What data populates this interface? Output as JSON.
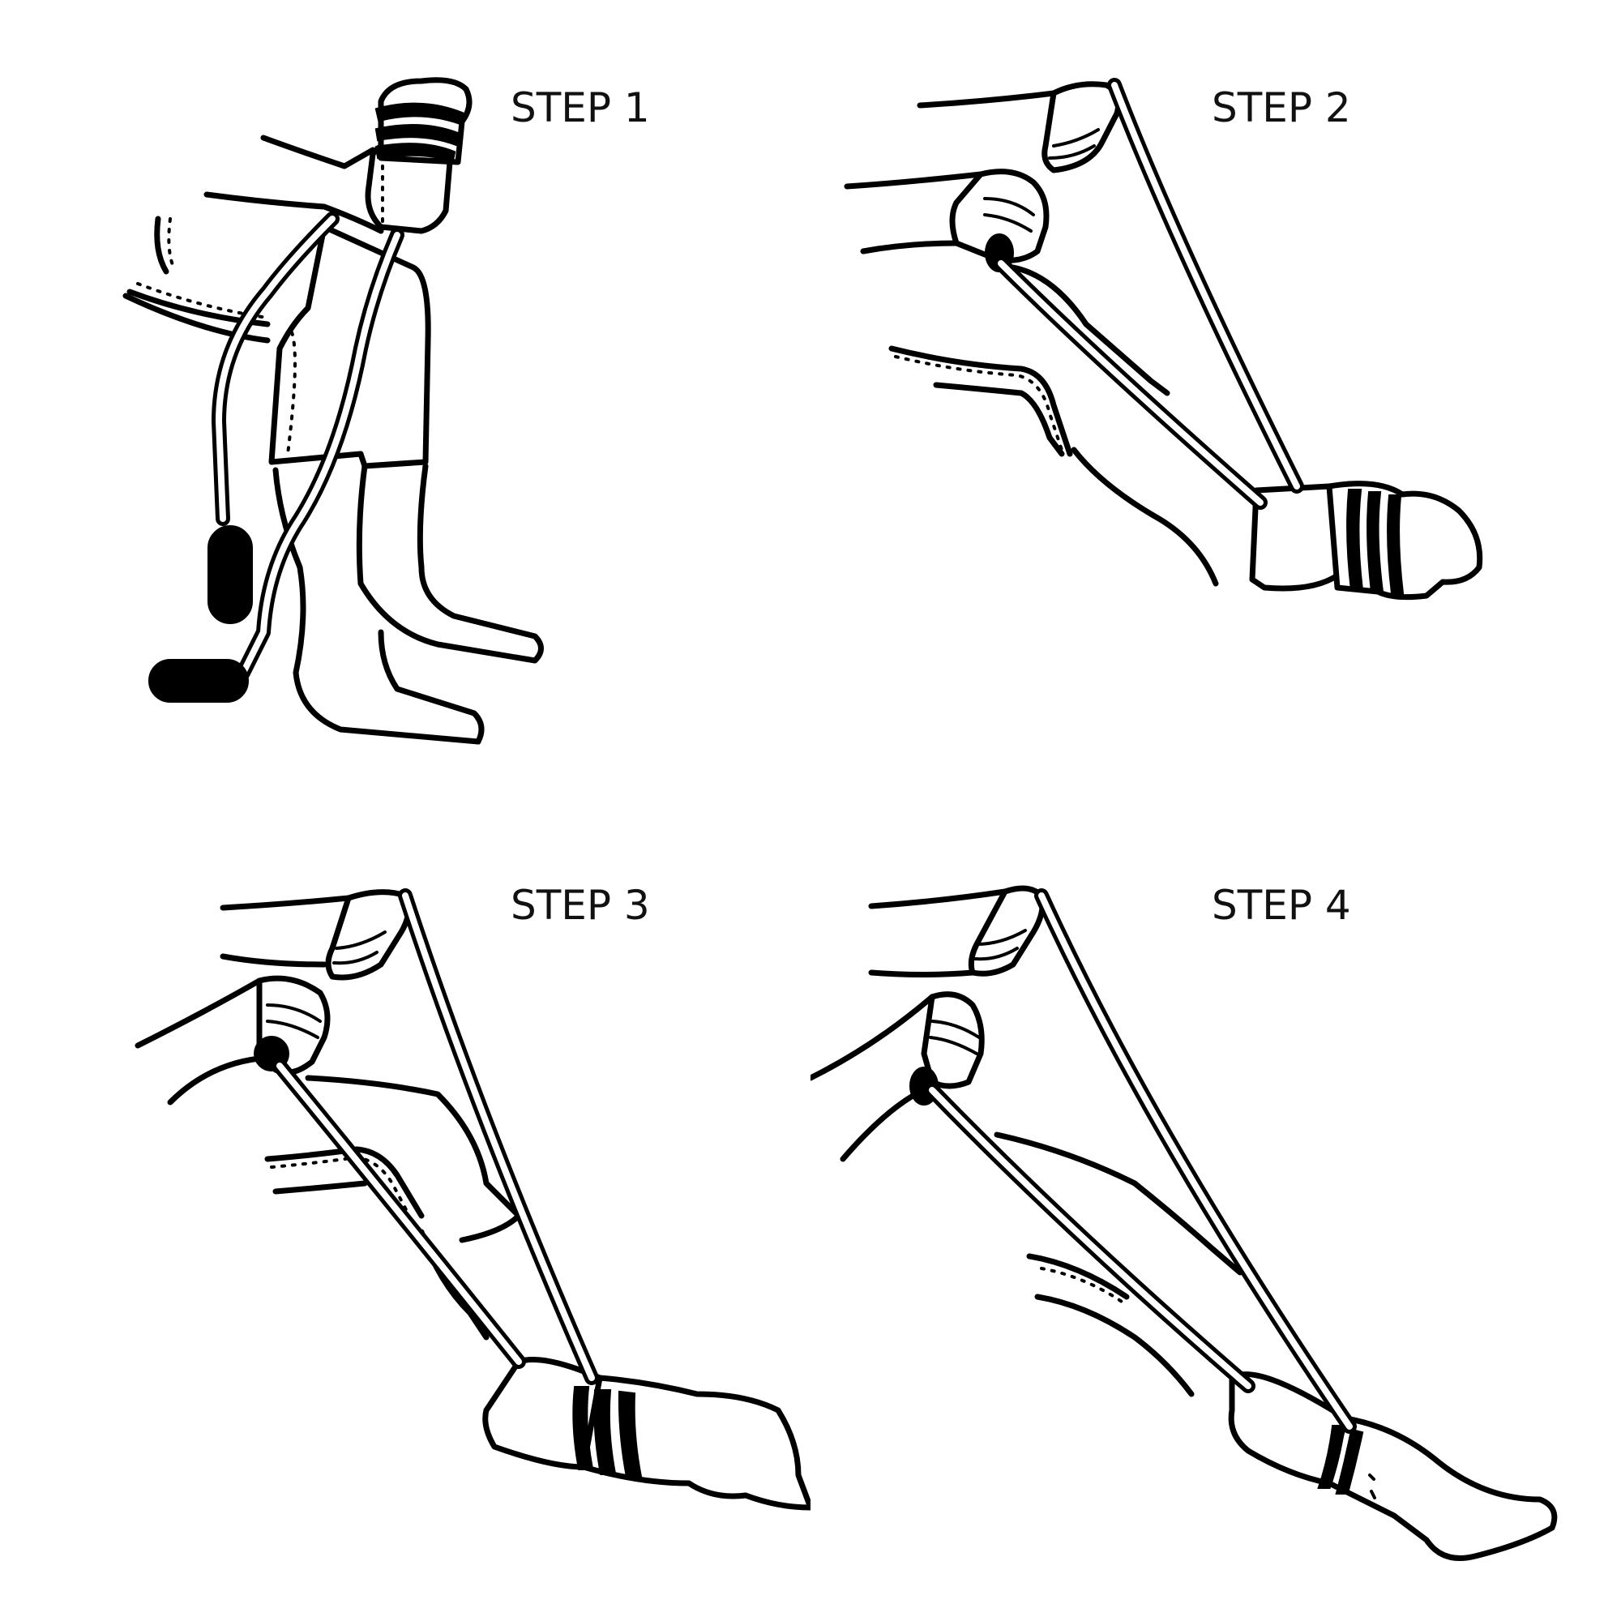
{
  "figure": {
    "title": "Sock aid usage instructions",
    "background": "#ffffff",
    "ink_color": "#000000",
    "steps": [
      {
        "label": "STEP 1",
        "description": "Hands pull sock over the sock aid; legs seated with straps hanging down to foam handles"
      },
      {
        "label": "STEP 2",
        "description": "Sock aid with sock lowered to foot, holding straps by handles"
      },
      {
        "label": "STEP 3",
        "description": "Foot inserted into sock aid, pulling straps upward"
      },
      {
        "label": "STEP 4",
        "description": "Sock pulled up onto lower leg while pulling straps"
      }
    ]
  }
}
